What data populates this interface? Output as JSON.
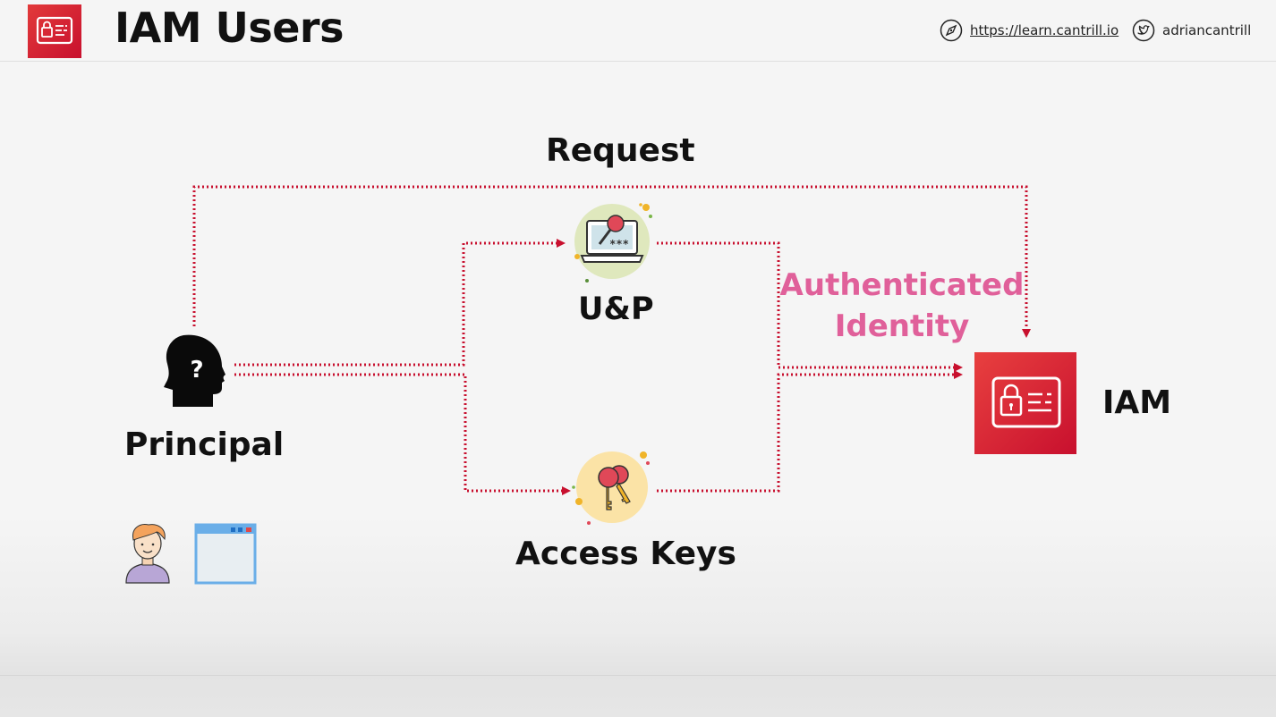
{
  "header": {
    "title": "IAM Users",
    "website_link": "https://learn.cantrill.io",
    "twitter_handle": "adriancantrill",
    "logo_icon": "iam-identity-card-icon"
  },
  "diagram": {
    "request_label": "Request",
    "principal_label": "Principal",
    "up_label": "U&P",
    "access_keys_label": "Access Keys",
    "authenticated_line1": "Authenticated",
    "authenticated_line2": "Identity",
    "iam_label": "IAM"
  },
  "colors": {
    "aws_red": "#d91e2e",
    "flow_line": "#c8102e",
    "authenticated_pink": "#e0609a"
  },
  "icons": [
    "compass-icon",
    "twitter-bird-icon",
    "principal-head-icon",
    "laptop-password-icon",
    "keys-icon",
    "iam-identity-card-icon",
    "user-avatar-icon",
    "application-window-icon"
  ]
}
